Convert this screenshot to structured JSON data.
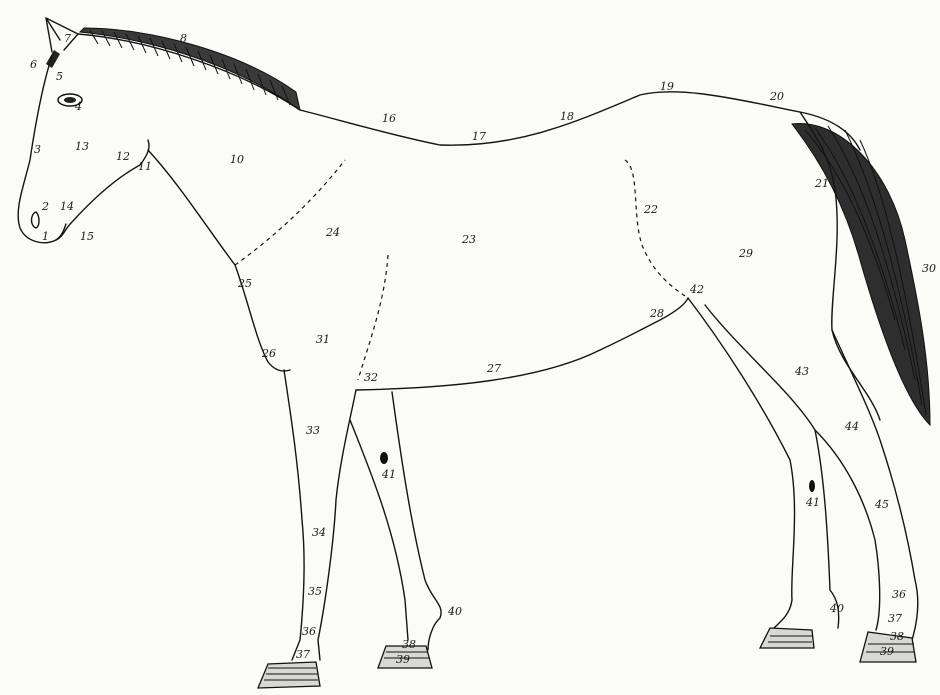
{
  "diagram": {
    "labels": [
      {
        "id": "1",
        "text": "1"
      },
      {
        "id": "2",
        "text": "2"
      },
      {
        "id": "3",
        "text": "3"
      },
      {
        "id": "4",
        "text": "4"
      },
      {
        "id": "5",
        "text": "5"
      },
      {
        "id": "6",
        "text": "6"
      },
      {
        "id": "7",
        "text": "7"
      },
      {
        "id": "8",
        "text": "8"
      },
      {
        "id": "10",
        "text": "10"
      },
      {
        "id": "11",
        "text": "11"
      },
      {
        "id": "12",
        "text": "12"
      },
      {
        "id": "13",
        "text": "13"
      },
      {
        "id": "14",
        "text": "14"
      },
      {
        "id": "15",
        "text": "15"
      },
      {
        "id": "16",
        "text": "16"
      },
      {
        "id": "17",
        "text": "17"
      },
      {
        "id": "18",
        "text": "18"
      },
      {
        "id": "19",
        "text": "19"
      },
      {
        "id": "20",
        "text": "20"
      },
      {
        "id": "21",
        "text": "21"
      },
      {
        "id": "22",
        "text": "22"
      },
      {
        "id": "23",
        "text": "23"
      },
      {
        "id": "24",
        "text": "24"
      },
      {
        "id": "25",
        "text": "25"
      },
      {
        "id": "26",
        "text": "26"
      },
      {
        "id": "27",
        "text": "27"
      },
      {
        "id": "28",
        "text": "28"
      },
      {
        "id": "29",
        "text": "29"
      },
      {
        "id": "30",
        "text": "30"
      },
      {
        "id": "31",
        "text": "31"
      },
      {
        "id": "32",
        "text": "32"
      },
      {
        "id": "33",
        "text": "33"
      },
      {
        "id": "34",
        "text": "34"
      },
      {
        "id": "35",
        "text": "35"
      },
      {
        "id": "36-front",
        "text": "36"
      },
      {
        "id": "37-front",
        "text": "37"
      },
      {
        "id": "38-front",
        "text": "38"
      },
      {
        "id": "39-front",
        "text": "39"
      },
      {
        "id": "40-front",
        "text": "40"
      },
      {
        "id": "41-front",
        "text": "41"
      },
      {
        "id": "41-hind",
        "text": "41"
      },
      {
        "id": "40-hind",
        "text": "40"
      },
      {
        "id": "42",
        "text": "42"
      },
      {
        "id": "43",
        "text": "43"
      },
      {
        "id": "44",
        "text": "44"
      },
      {
        "id": "45",
        "text": "45"
      },
      {
        "id": "36-hind",
        "text": "36"
      },
      {
        "id": "37-hind",
        "text": "37"
      },
      {
        "id": "38-hind",
        "text": "38"
      },
      {
        "id": "39-hind",
        "text": "39"
      }
    ]
  }
}
